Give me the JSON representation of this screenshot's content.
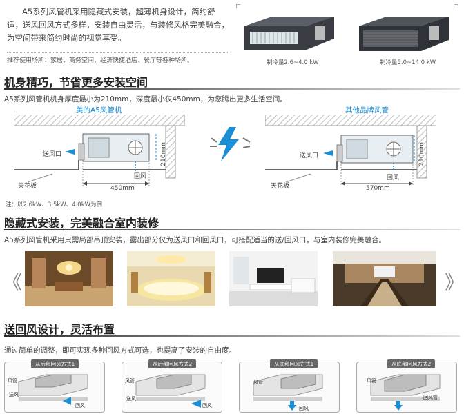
{
  "intro": "A5系列风管机采用隐藏式安装，超薄机身设计，简约舒适，送风回风方式多样，安装自由灵活，与装修风格完美融合，为空间带来简约时尚的视觉享受。",
  "venues": "推荐使用场所：家居、商务空间、经济快捷酒店、餐厅等各种场所。",
  "products": [
    {
      "caption": "制冷量2.6~4.0 kW"
    },
    {
      "caption": "制冷量5.0~14.0 kW"
    }
  ],
  "section1": {
    "title": "机身精巧，节省更多安装空间",
    "desc": "A5系列风管机机身厚度最小为210mm，深度最小仅450mm，为您腾出更多生活空间。",
    "left": {
      "title": "美的A5风管机",
      "supply": "送风口",
      "ceiling": "天花板",
      "return": "回风",
      "height": "210mm",
      "depth": "450mm"
    },
    "right": {
      "title": "其他品牌风管",
      "supply": "送风口",
      "ceiling": "天花板",
      "return": "回风",
      "height": "210mm",
      "depth": "570mm"
    },
    "note": "注：以2.6kW、3.5kW、4.0kW为例"
  },
  "section2": {
    "title": "隐藏式安装，完美融合室内装修",
    "desc": "A5系列风管机采用只需局部吊顶安装，露出部分仅为送风口和回风口，可搭配适当的送/回风口，与室内装修完美融合。",
    "prev": "《",
    "next": "》"
  },
  "section3": {
    "title": "送回风设计，灵活布置",
    "desc": "通过简单的调整，即可实现多种回风方式可选，也提高了安装的自由度。",
    "panels": [
      {
        "caption": "从后部回风方式1",
        "labels": [
          "风管",
          "送风",
          "回风"
        ]
      },
      {
        "caption": "从后部回风方式2",
        "labels": [
          "风管",
          "送风",
          "回风"
        ]
      },
      {
        "caption": "从底部回风方式1",
        "labels": [
          "风管",
          "回风"
        ]
      },
      {
        "caption": "从底部回风方式2",
        "labels": [
          "风管",
          "回风管"
        ]
      }
    ]
  }
}
